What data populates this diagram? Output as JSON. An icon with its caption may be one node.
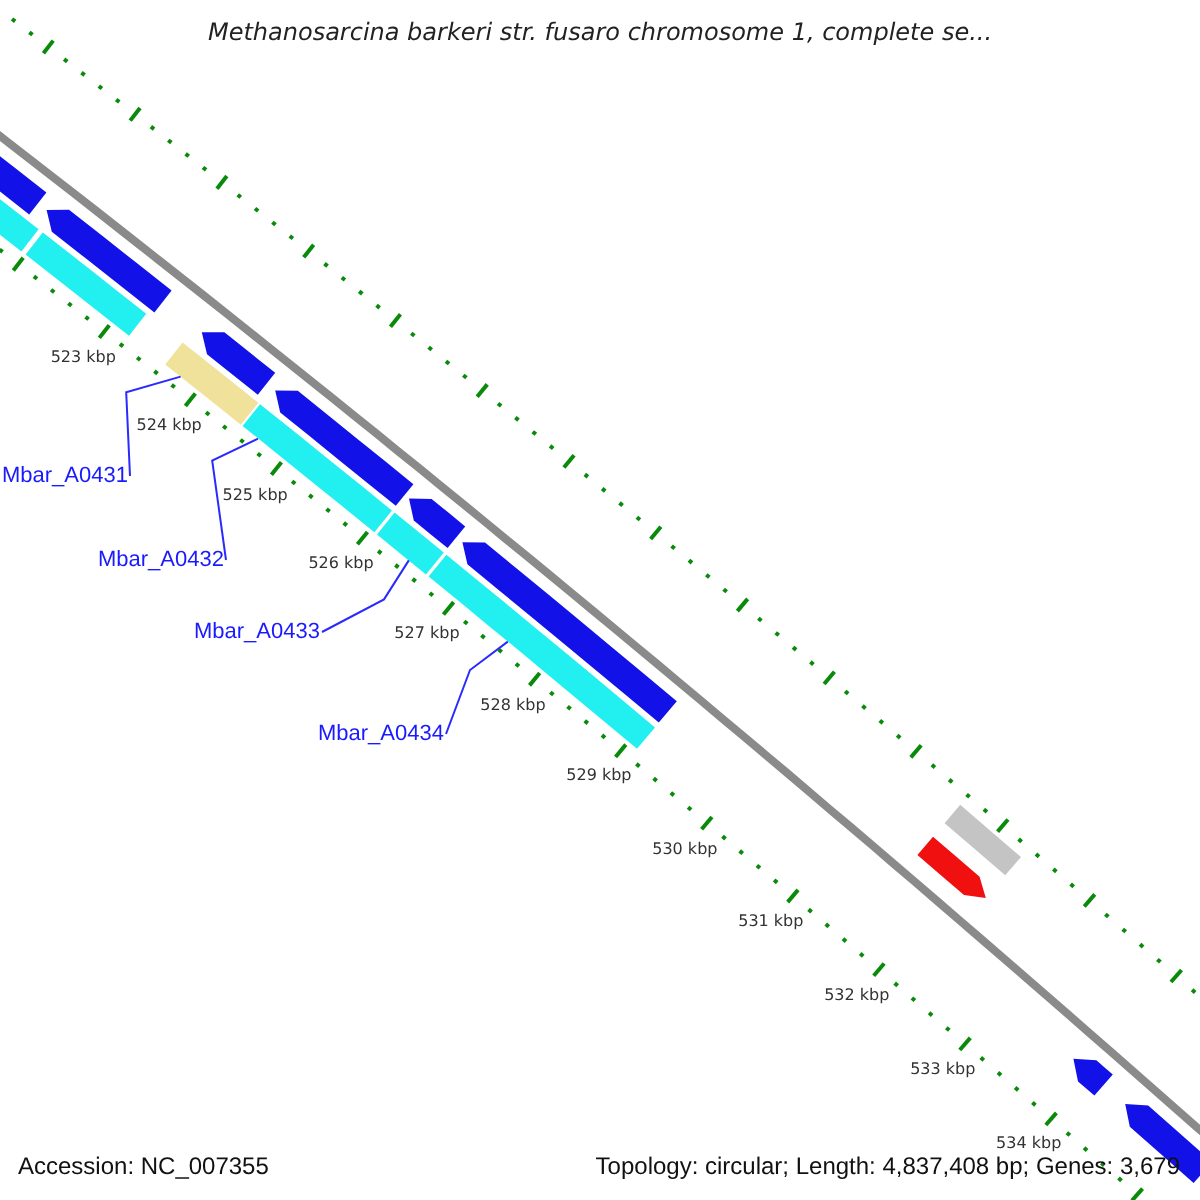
{
  "diagram": {
    "title": "Methanosarcina barkeri str. fusaro chromosome 1, complete se...",
    "nodes": [
      {
        "text": [
          "Mbar_A0431"
        ]
      },
      {
        "text": [
          "Mbar_A0432"
        ]
      },
      {
        "text": [
          "Mbar_A0433"
        ]
      },
      {
        "text": [
          "Mbar_A0434"
        ]
      },
      {
        "text": [],
        "shape": "arrow"
      },
      {
        "text": [],
        "shape": "bar"
      },
      {
        "text": [],
        "shape": "bar"
      },
      {
        "text": [],
        "shape": "arrow"
      },
      {
        "text": [],
        "shape": "bar"
      },
      {
        "text": [],
        "shape": "arrow"
      },
      {
        "text": [],
        "shape": "bar"
      },
      {
        "text": [],
        "shape": "arrow"
      },
      {
        "text": [],
        "shape": "bar"
      },
      {
        "text": [],
        "shape": "arrow"
      },
      {
        "text": [],
        "shape": "bar"
      },
      {
        "text": [],
        "shape": "arrow"
      },
      {
        "text": [],
        "shape": "bar"
      },
      {
        "text": [],
        "shape": "arrow"
      },
      {
        "text": [],
        "shape": "arrow"
      },
      {
        "text": [],
        "shape": "arrow"
      }
    ],
    "edges": [
      {
        "from": 0,
        "to": 8,
        "arrow": "none"
      },
      {
        "from": 1,
        "to": 10,
        "arrow": "none"
      },
      {
        "from": 2,
        "to": 12,
        "arrow": "none"
      },
      {
        "from": 3,
        "to": 14,
        "arrow": "none"
      }
    ],
    "labels": [
      "523 kbp",
      "524 kbp",
      "525 kbp",
      "526 kbp",
      "527 kbp",
      "528 kbp",
      "529 kbp",
      "530 kbp",
      "531 kbp",
      "532 kbp",
      "533 kbp",
      "534 kbp",
      "Accession: NC_007355",
      "Topology: circular; Length: 4,837,408 bp; Genes: 3,679"
    ]
  }
}
